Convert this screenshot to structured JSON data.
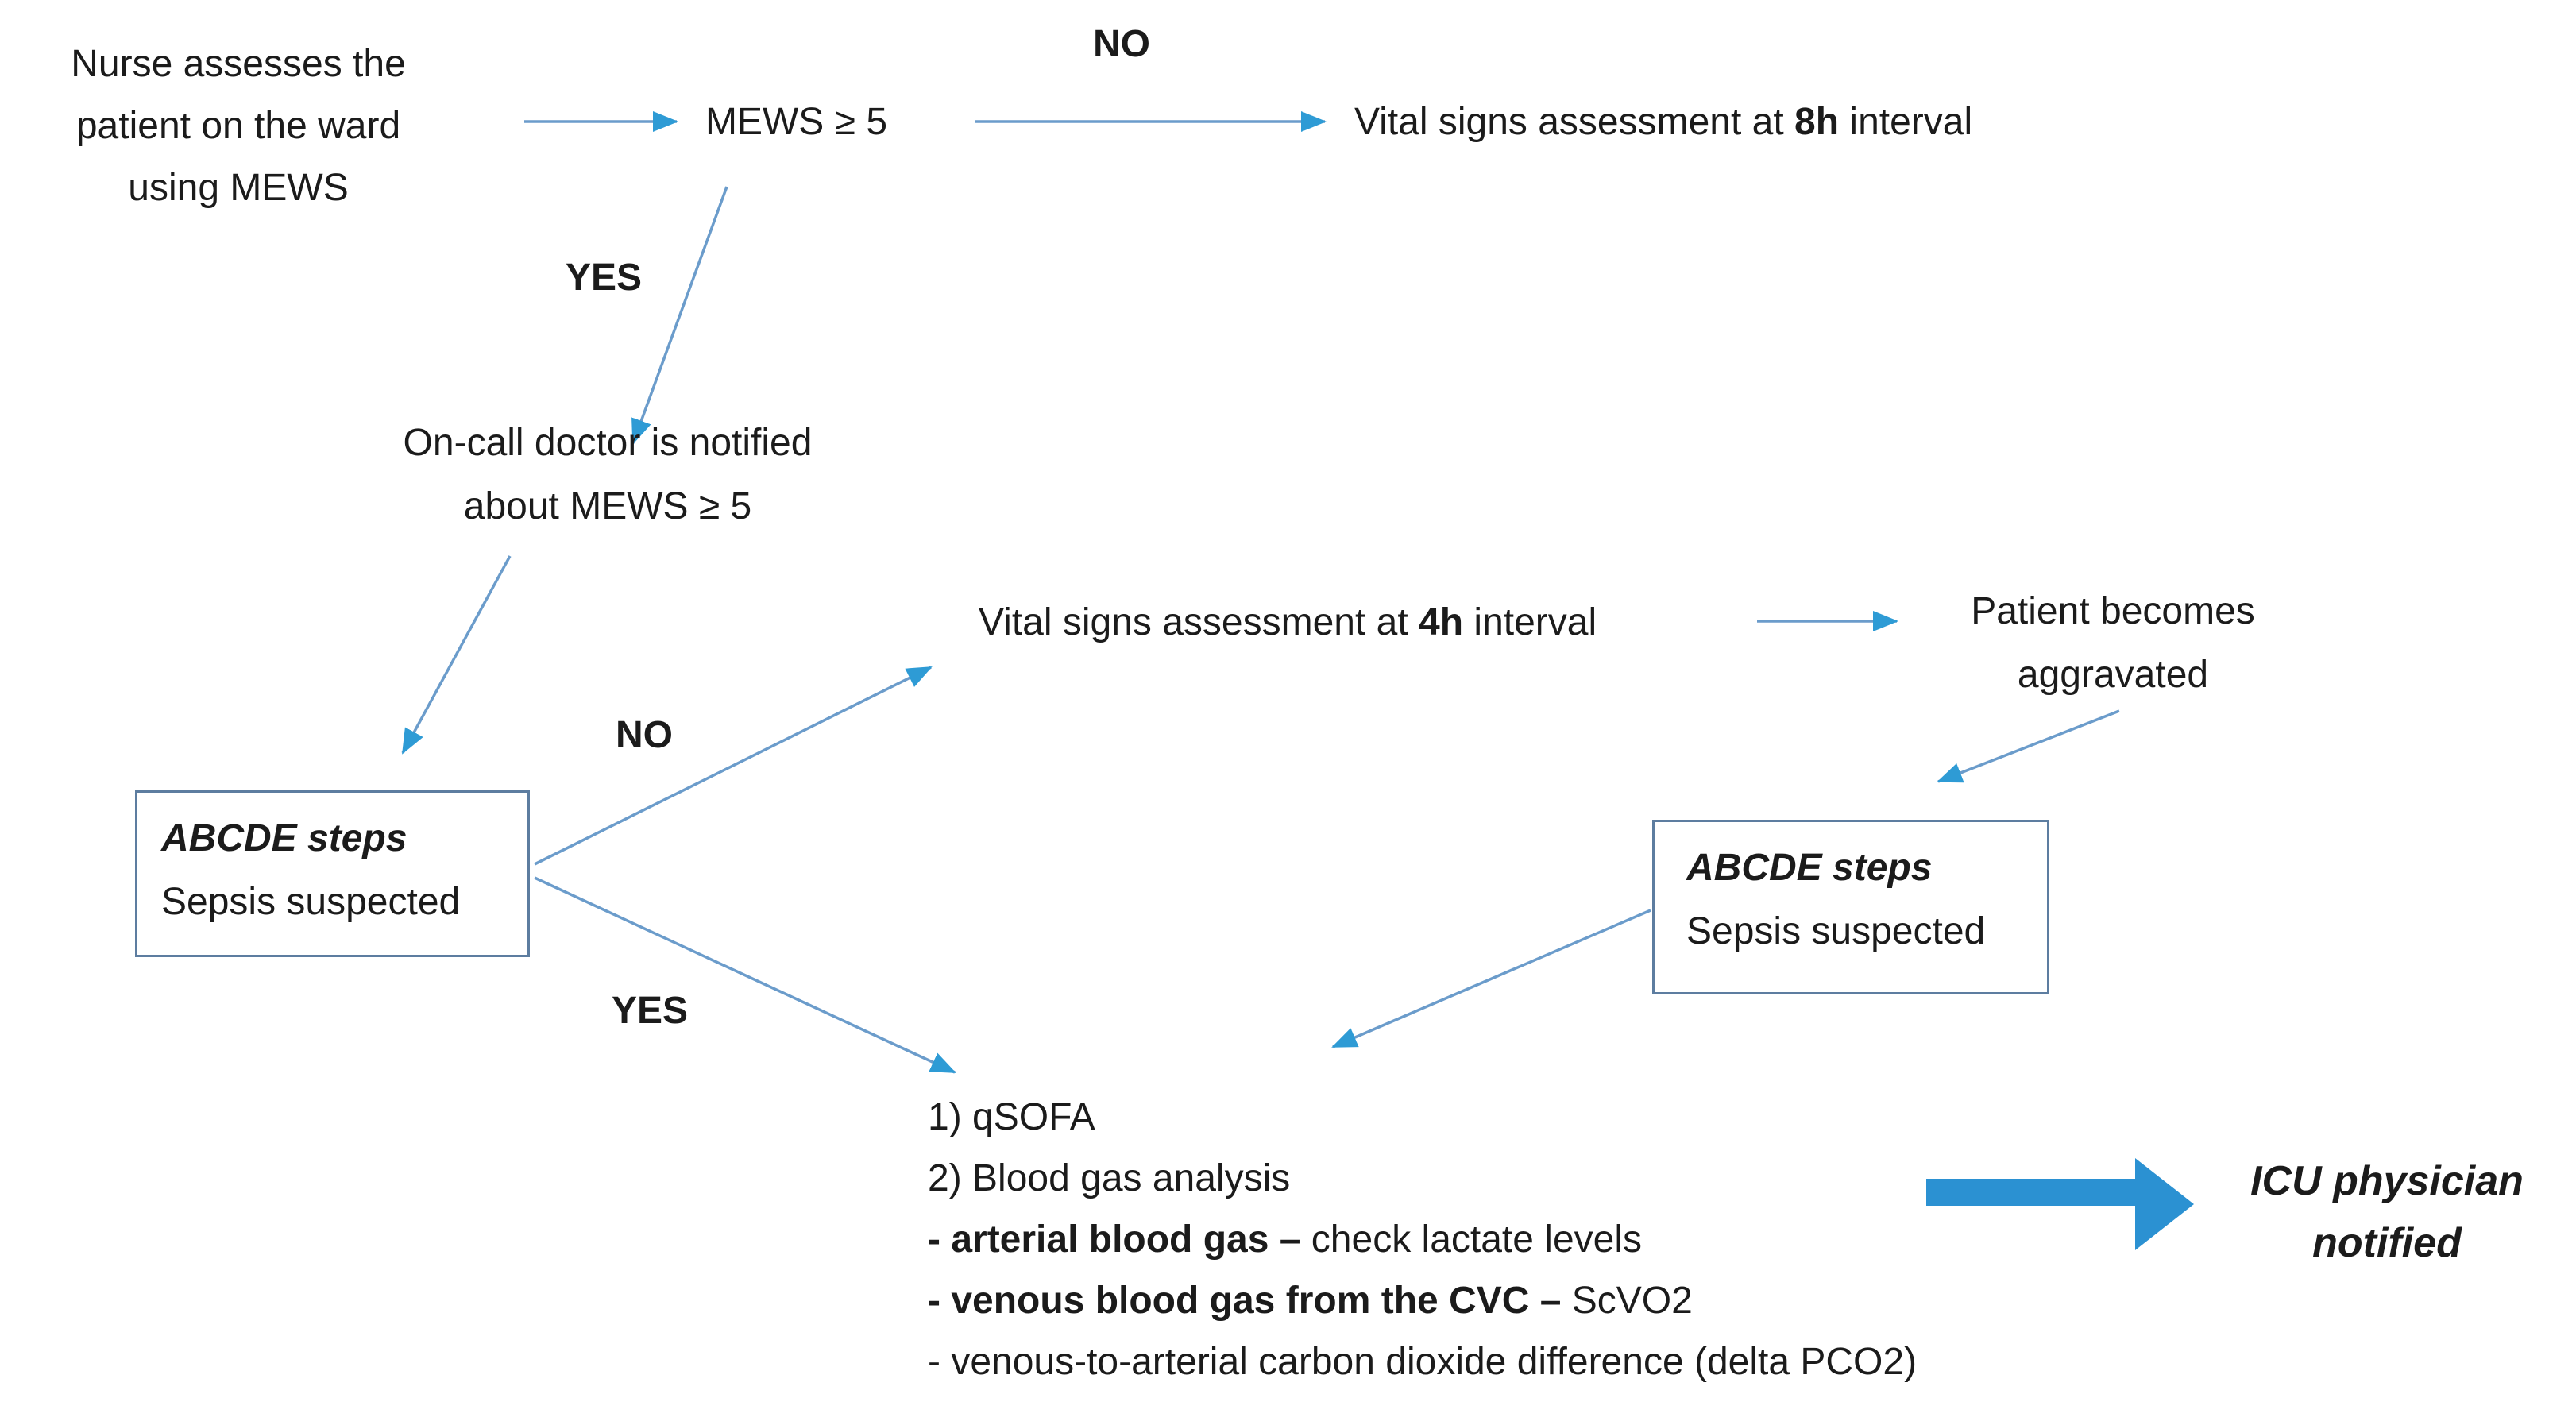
{
  "colors": {
    "connector_line": "#6b9ccb",
    "arrowhead": "#2e9bd5",
    "big_arrow": "#2b91d2",
    "box_border": "#5d7da0",
    "text": "#1b1b1b",
    "background": "#ffffff"
  },
  "labels": {
    "no_top": "NO",
    "yes_top": "YES",
    "no_mid": "NO",
    "yes_mid": "YES"
  },
  "nodes": {
    "nurse": {
      "lines": [
        "Nurse assesses the",
        "patient on the ward",
        "using MEWS"
      ]
    },
    "mews": {
      "text": "MEWS ≥ 5"
    },
    "vital8h": {
      "pre": "Vital signs assessment at ",
      "emph": "8h",
      "post": " interval"
    },
    "oncall": {
      "lines": [
        "On-call doctor is notified",
        "about MEWS ≥ 5"
      ]
    },
    "abcde1": {
      "title": "ABCDE steps",
      "subtitle": "Sepsis suspected"
    },
    "vital4h": {
      "pre": "Vital signs assessment at ",
      "emph": "4h",
      "post": " interval"
    },
    "aggravated": {
      "lines": [
        "Patient becomes",
        "aggravated"
      ]
    },
    "abcde2": {
      "title": "ABCDE steps",
      "subtitle": "Sepsis suspected"
    },
    "checklist": {
      "items": [
        {
          "bold": "",
          "rest": "1) qSOFA"
        },
        {
          "bold": "",
          "rest": "2) Blood gas analysis"
        },
        {
          "bold": "- arterial blood gas – ",
          "rest": "check lactate levels"
        },
        {
          "bold": "- venous blood gas from the CVC – ",
          "rest": "ScVO2"
        },
        {
          "bold": "",
          "rest": "- venous-to-arterial carbon dioxide difference (delta PCO2)"
        }
      ]
    },
    "icu": {
      "lines": [
        "ICU physician",
        "notified"
      ]
    }
  }
}
